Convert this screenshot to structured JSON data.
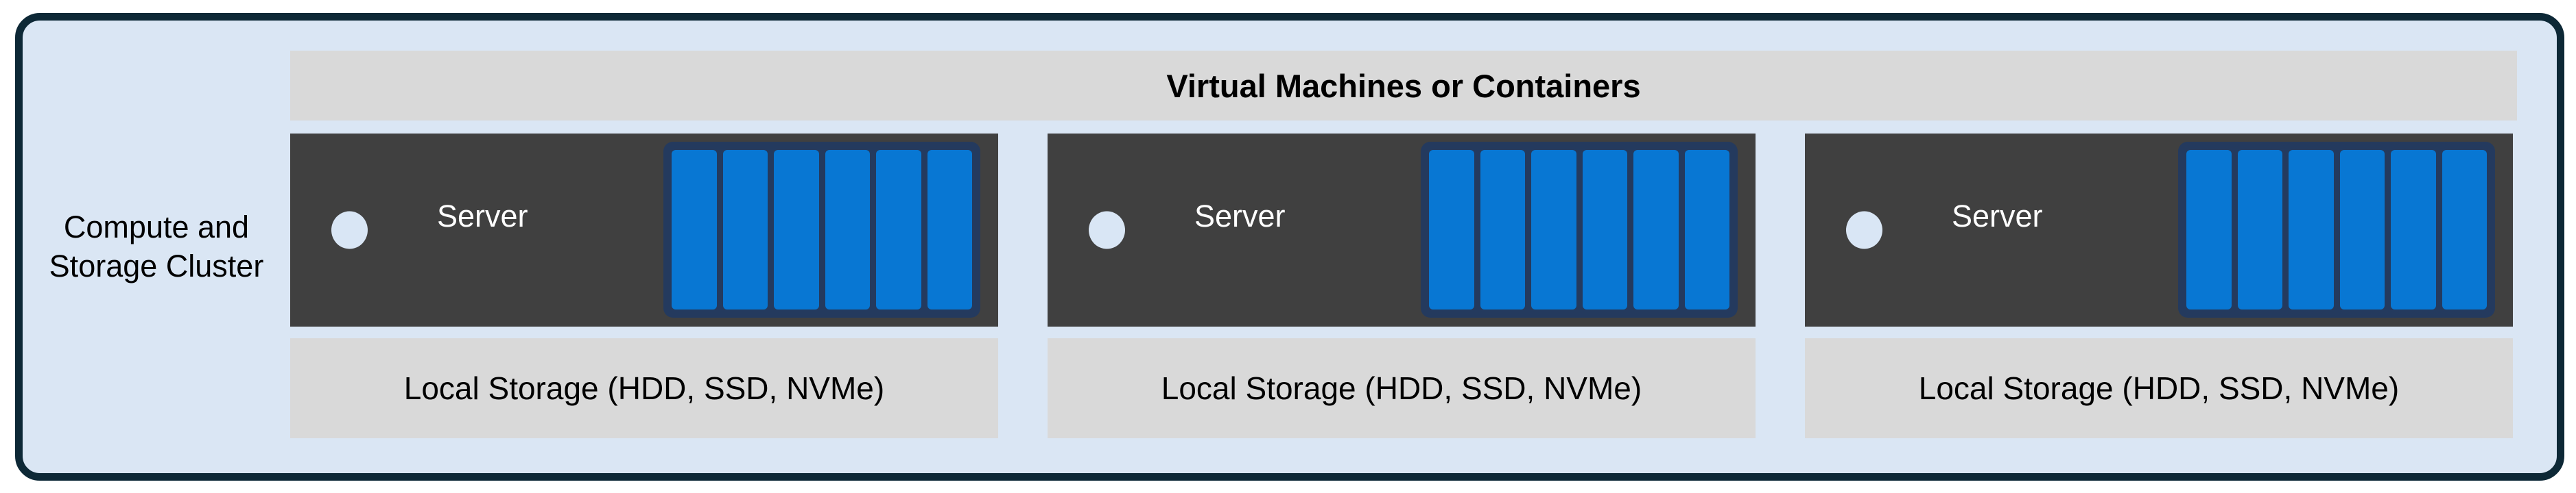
{
  "colors": {
    "page_bg": "#ffffff",
    "cluster_fill": "#dae6f4",
    "cluster_border": "#0d2836",
    "band_gray": "#d9d9d9",
    "server_dark": "#404040",
    "disk_frame": "#243a5e",
    "disk_blue": "#0877d3",
    "led": "#d9e6f5",
    "text_dark": "#000000",
    "text_light": "#ffffff"
  },
  "cluster": {
    "label_line1": "Compute and",
    "label_line2": "Storage Cluster",
    "header_label": "Virtual Machines or Containers"
  },
  "servers": [
    {
      "label": "Server",
      "storage_label": "Local Storage (HDD, SSD, NVMe)",
      "disk_count": 6
    },
    {
      "label": "Server",
      "storage_label": "Local Storage (HDD, SSD, NVMe)",
      "disk_count": 6
    },
    {
      "label": "Server",
      "storage_label": "Local Storage (HDD, SSD, NVMe)",
      "disk_count": 6
    }
  ]
}
